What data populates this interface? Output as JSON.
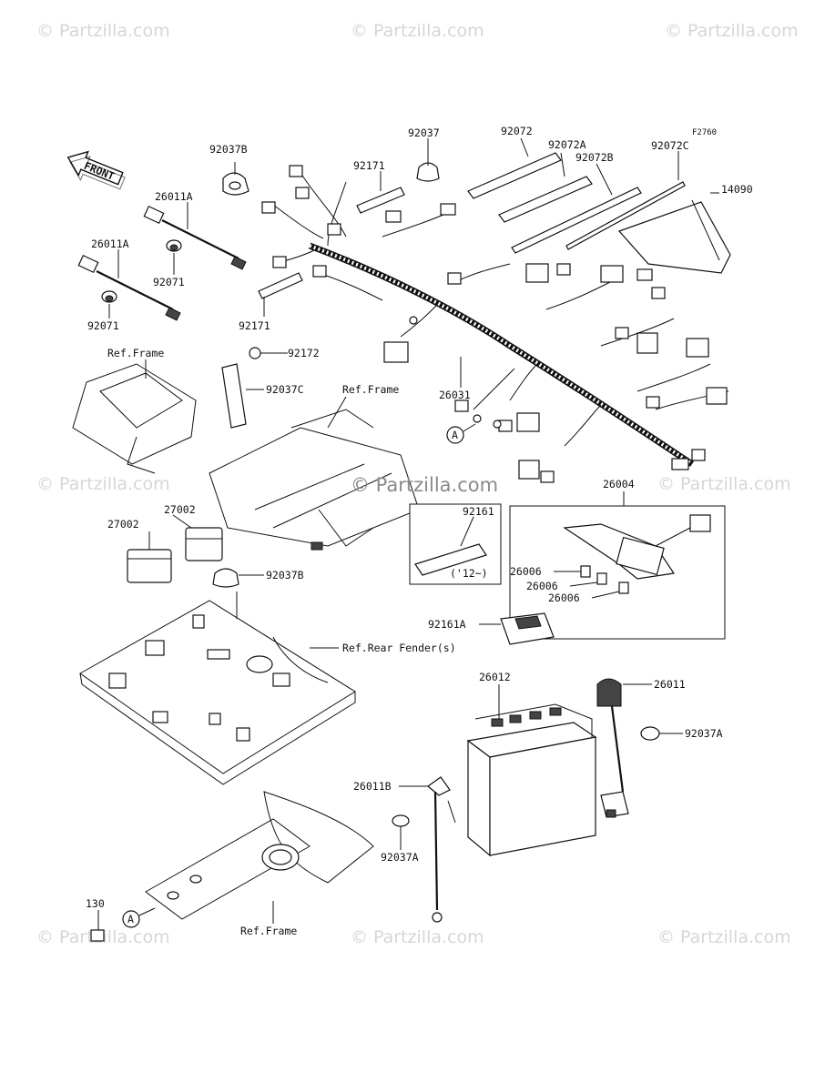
{
  "diagram": {
    "figure_code": "F2760",
    "front_arrow_label": "FRONT",
    "watermark": "© Partzilla.com",
    "ref_marker": "A",
    "inset_label": "('12~)",
    "parts": [
      {
        "id": "p92037B_top",
        "label": "92037B"
      },
      {
        "id": "p92037",
        "label": "92037"
      },
      {
        "id": "p92072",
        "label": "92072"
      },
      {
        "id": "p92072A",
        "label": "92072A"
      },
      {
        "id": "p92072B",
        "label": "92072B"
      },
      {
        "id": "p92072C",
        "label": "92072C"
      },
      {
        "id": "p14090",
        "label": "14090"
      },
      {
        "id": "p92171_top",
        "label": "92171"
      },
      {
        "id": "p26011A_1",
        "label": "26011A"
      },
      {
        "id": "p26011A_2",
        "label": "26011A"
      },
      {
        "id": "p92071_1",
        "label": "92071"
      },
      {
        "id": "p92071_2",
        "label": "92071"
      },
      {
        "id": "p92171_bot",
        "label": "92171"
      },
      {
        "id": "p92172",
        "label": "92172"
      },
      {
        "id": "p92037C",
        "label": "92037C"
      },
      {
        "id": "p26031",
        "label": "26031"
      },
      {
        "id": "p26004",
        "label": "26004"
      },
      {
        "id": "p92161",
        "label": "92161"
      },
      {
        "id": "p26006_1",
        "label": "26006"
      },
      {
        "id": "p26006_2",
        "label": "26006"
      },
      {
        "id": "p26006_3",
        "label": "26006"
      },
      {
        "id": "p92161A",
        "label": "92161A"
      },
      {
        "id": "p27002_1",
        "label": "27002"
      },
      {
        "id": "p27002_2",
        "label": "27002"
      },
      {
        "id": "p92037B_mid",
        "label": "92037B"
      },
      {
        "id": "p26012",
        "label": "26012"
      },
      {
        "id": "p26011",
        "label": "26011"
      },
      {
        "id": "p92037A_r",
        "label": "92037A"
      },
      {
        "id": "p26011B",
        "label": "26011B"
      },
      {
        "id": "p92037A_l",
        "label": "92037A"
      },
      {
        "id": "p130",
        "label": "130"
      }
    ],
    "refs": [
      {
        "id": "ref_frame_1",
        "label": "Ref.Frame"
      },
      {
        "id": "ref_frame_2",
        "label": "Ref.Frame"
      },
      {
        "id": "ref_fender",
        "label": "Ref.Rear Fender(s)"
      },
      {
        "id": "ref_frame_3",
        "label": "Ref.Frame"
      }
    ]
  }
}
